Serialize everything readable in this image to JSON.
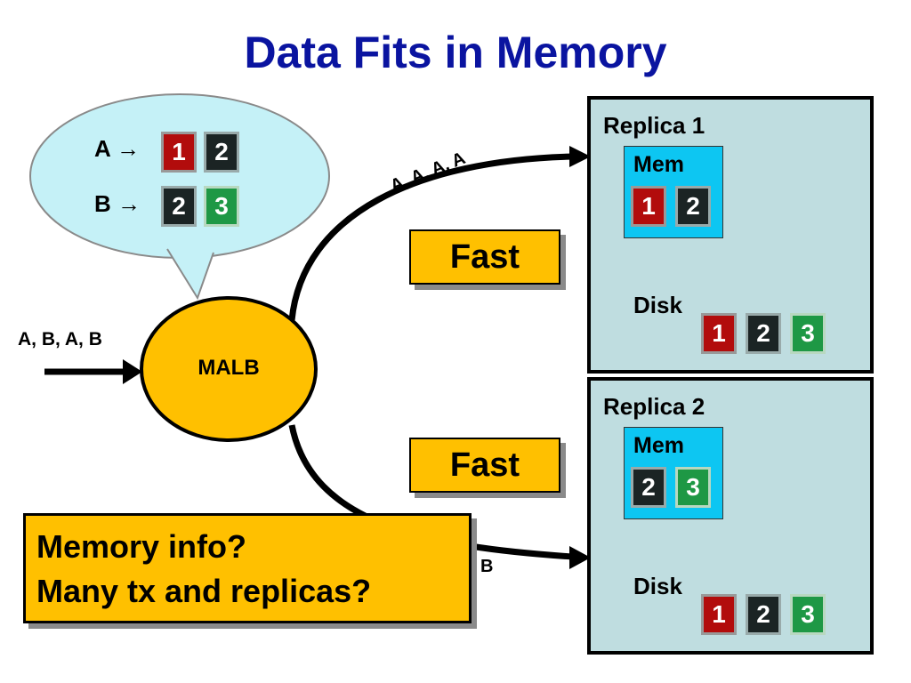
{
  "title": "Data Fits in Memory",
  "bubble": {
    "rows": [
      {
        "key": "A",
        "arrow": "→",
        "blocks": [
          "1",
          "2"
        ]
      },
      {
        "key": "B",
        "arrow": "→",
        "blocks": [
          "2",
          "3"
        ]
      }
    ]
  },
  "balancer": {
    "label": "MALB",
    "incoming_stream": "A, B, A, B"
  },
  "routes": {
    "top_stream": "A, A, A, A",
    "bottom_stream": "B",
    "top_speed": "Fast",
    "bottom_speed": "Fast"
  },
  "replicas": [
    {
      "label": "Replica 1",
      "mem_label": "Mem",
      "mem_blocks": [
        "1",
        "2"
      ],
      "disk_label": "Disk",
      "disk_blocks": [
        "1",
        "2",
        "3"
      ]
    },
    {
      "label": "Replica 2",
      "mem_label": "Mem",
      "mem_blocks": [
        "2",
        "3"
      ],
      "disk_label": "Disk",
      "disk_blocks": [
        "1",
        "2",
        "3"
      ]
    }
  ],
  "question": {
    "line1": "Memory info?",
    "line2": "Many tx and replicas?"
  },
  "colors": {
    "title": "#0a14a0",
    "block_1": "#b20c0c",
    "block_2": "#1b2424",
    "block_3": "#1e9845",
    "mem_bg": "#0dc6f2",
    "disk_fill": "#ffff00",
    "balancer_fill": "#ffc000",
    "bubble_fill": "#c5f1f7",
    "replica_bg": "#bfdde0"
  }
}
